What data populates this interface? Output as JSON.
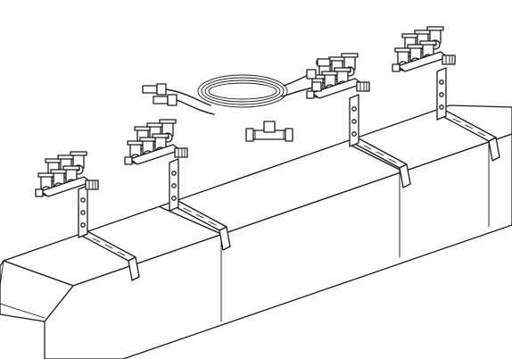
{
  "figure": {
    "background": "#ffffff",
    "line_color": "#1a1a1a",
    "components": [
      "duct",
      "mounting-bracket",
      "gas-valve-cluster",
      "dual-hose-cable",
      "tee-fitting"
    ]
  }
}
